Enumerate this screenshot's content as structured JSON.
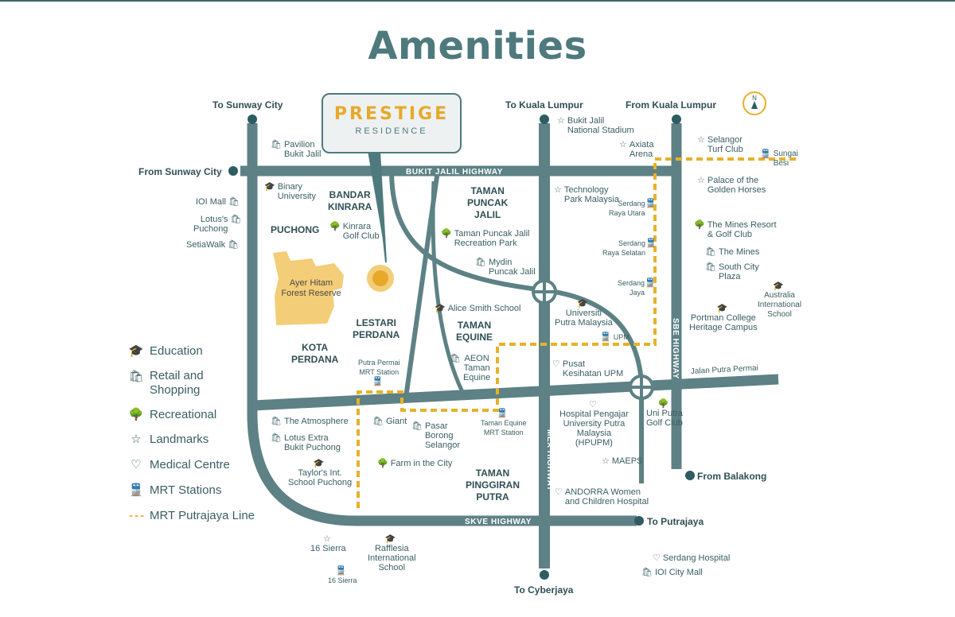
{
  "title": "Amenities",
  "logo": {
    "line1": "PRESTIGE",
    "line2": "RESIDENCE"
  },
  "colors": {
    "road": "#5d8185",
    "mrt_line": "#e6b12b",
    "forest": "#f4cd78",
    "text": "#3a5e63",
    "title": "#4e7a7e"
  },
  "directions": {
    "to_sunway": "To Sunway City",
    "from_sunway": "From Sunway City",
    "to_kl": "To Kuala Lumpur",
    "from_kl": "From Kuala Lumpur",
    "to_cyberjaya": "To Cyberjaya",
    "to_putrajaya": "To Putrajaya",
    "from_balakong": "From Balakong"
  },
  "highways": {
    "bukit_jalil": "BUKIT JALIL HIGHWAY",
    "skve": "SKVE HIGHWAY",
    "mex": "MEX HIGHWAY",
    "sbe": "SBE HIGHWAY",
    "jalan_putra_permai": "Jalan Putra Permai"
  },
  "areas": {
    "bandar_kinrara": "BANDAR\nKINRARA",
    "puchong": "PUCHONG",
    "taman_puncak_jalil": "TAMAN\nPUNCAK\nJALIL",
    "lestari_perdana": "LESTARI\nPERDANA",
    "kota_perdana": "KOTA\nPERDANA",
    "taman_equine": "TAMAN\nEQUINE",
    "taman_pinggiran_putra": "TAMAN\nPINGGIRAN\nPUTRA",
    "forest": "Ayer Hitam\nForest Reserve"
  },
  "places": {
    "pavilion": "Pavilion\nBukit Jalil",
    "binary": "Binary\nUniversity",
    "ioi_mall": "IOI Mall",
    "lotus_puchong": "Lotus's\nPuchong",
    "setiawalk": "SetiaWalk",
    "kinrara_golf": "Kinrara\nGolf Club",
    "bukit_jalil_stadium": "Bukit Jalil\nNational Stadium",
    "axiata": "Axiata\nArena",
    "selangor_turf": "Selangor\nTurf Club",
    "sungai_besi": "Sungai\nBesi",
    "palace": "Palace of the\nGolden Horses",
    "tech_park": "Technology\nPark Malaysia",
    "serdang_raya_utara": "Serdang\nRaya Utara",
    "serdang_raya_selatan": "Serdang\nRaya Selatan",
    "serdang_jaya": "Serdang\nJaya",
    "mines_resort": "The Mines Resort\n& Golf Club",
    "the_mines": "The Mines",
    "south_city": "South City\nPlaza",
    "australia_intl": "Australia\nInternational\nSchool",
    "portman": "Portman College\nHeritage Campus",
    "taman_puncak_park": "Taman Puncak Jalil\nRecreation Park",
    "mydin": "Mydin\nPuncak Jalil",
    "alice_smith": "Alice Smith School",
    "upm": "Universiti\nPutra Malaysia",
    "upm_station": "UPM",
    "putra_permai_station": "Putra Permai\nMRT Station",
    "aeon": "AEON\nTaman\nEquine",
    "pusat_kesihatan": "Pusat\nKesihatan UPM",
    "uni_putra_golf": "Uni Putra\nGolf Club",
    "the_atmosphere": "The Atmosphere",
    "giant": "Giant",
    "pasar_borong": "Pasar\nBorong\nSelangor",
    "taman_equine_station": "Taman Equine\nMRT Station",
    "hospital_pengajar": "Hospital Pengajar\nUniversity Putra\nMalaysia\n(HPUPM)",
    "lotus_extra": "Lotus Extra\nBukit Puchong",
    "taylors": "Taylor's Int.\nSchool Puchong",
    "farm_in_city": "Farm in the City",
    "maeps": "MAEPS",
    "andorra": "ANDORRA Women\nand Children Hospital",
    "sierra_16": "16 Sierra",
    "sierra_16_station": "16 Sierra",
    "rafflesia": "Rafflesia\nInternational\nSchool",
    "serdang_hospital": "Serdang Hospital",
    "ioi_city_mall": "IOI City Mall"
  },
  "legend": {
    "education": "Education",
    "retail": "Retail and\nShopping",
    "recreational": "Recreational",
    "landmarks": "Landmarks",
    "medical": "Medical Centre",
    "mrt_stations": "MRT Stations",
    "mrt_line": "MRT Putrajaya Line"
  },
  "compass": "N",
  "icons": {
    "education": "graduation-cap-icon",
    "retail": "shopping-bag-icon",
    "recreational": "tree-icon",
    "landmarks": "star-icon",
    "medical": "heart-pulse-icon",
    "mrt": "train-icon"
  }
}
